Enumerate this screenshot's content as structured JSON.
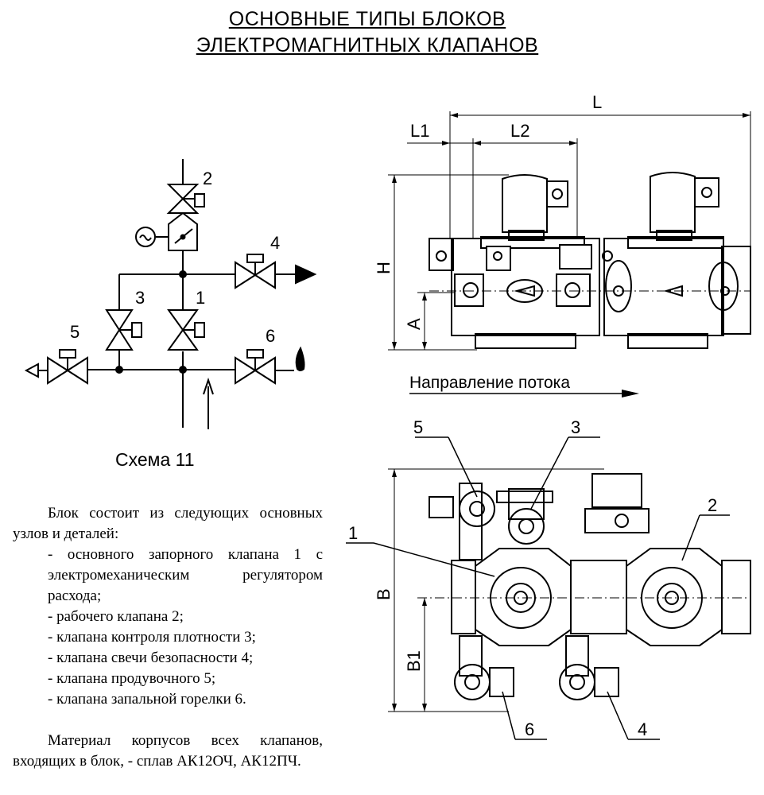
{
  "title_line1": "ОСНОВНЫЕ ТИПЫ БЛОКОВ",
  "title_line2": "ЭЛЕКТРОМАГНИТНЫХ КЛАПАНОВ",
  "scheme": {
    "caption": "Схема 11",
    "labels": [
      "1",
      "2",
      "3",
      "4",
      "5",
      "6"
    ]
  },
  "dimensions": {
    "L": "L",
    "L1": "L1",
    "L2": "L2",
    "H": "H",
    "A": "A",
    "B": "B",
    "B1": "B1"
  },
  "flow_label": "Направление потока",
  "callouts": {
    "c1": "1",
    "c2": "2",
    "c3": "3",
    "c4": "4",
    "c5": "5",
    "c6": "6"
  },
  "description": {
    "intro": "Блок состоит из следующих основных узлов и деталей:",
    "items": [
      "- основного запорного клапана 1 с электромеханическим регулятором расхода;",
      "- рабочего клапана 2;",
      "- клапана контроля плотности 3;",
      "- клапана свечи безопасности 4;",
      "- клапана продувочного 5;",
      "- клапана запальной горелки 6."
    ],
    "material": "Материал корпусов всех клапанов, входящих в блок, - сплав АК12ОЧ, АК12ПЧ."
  }
}
